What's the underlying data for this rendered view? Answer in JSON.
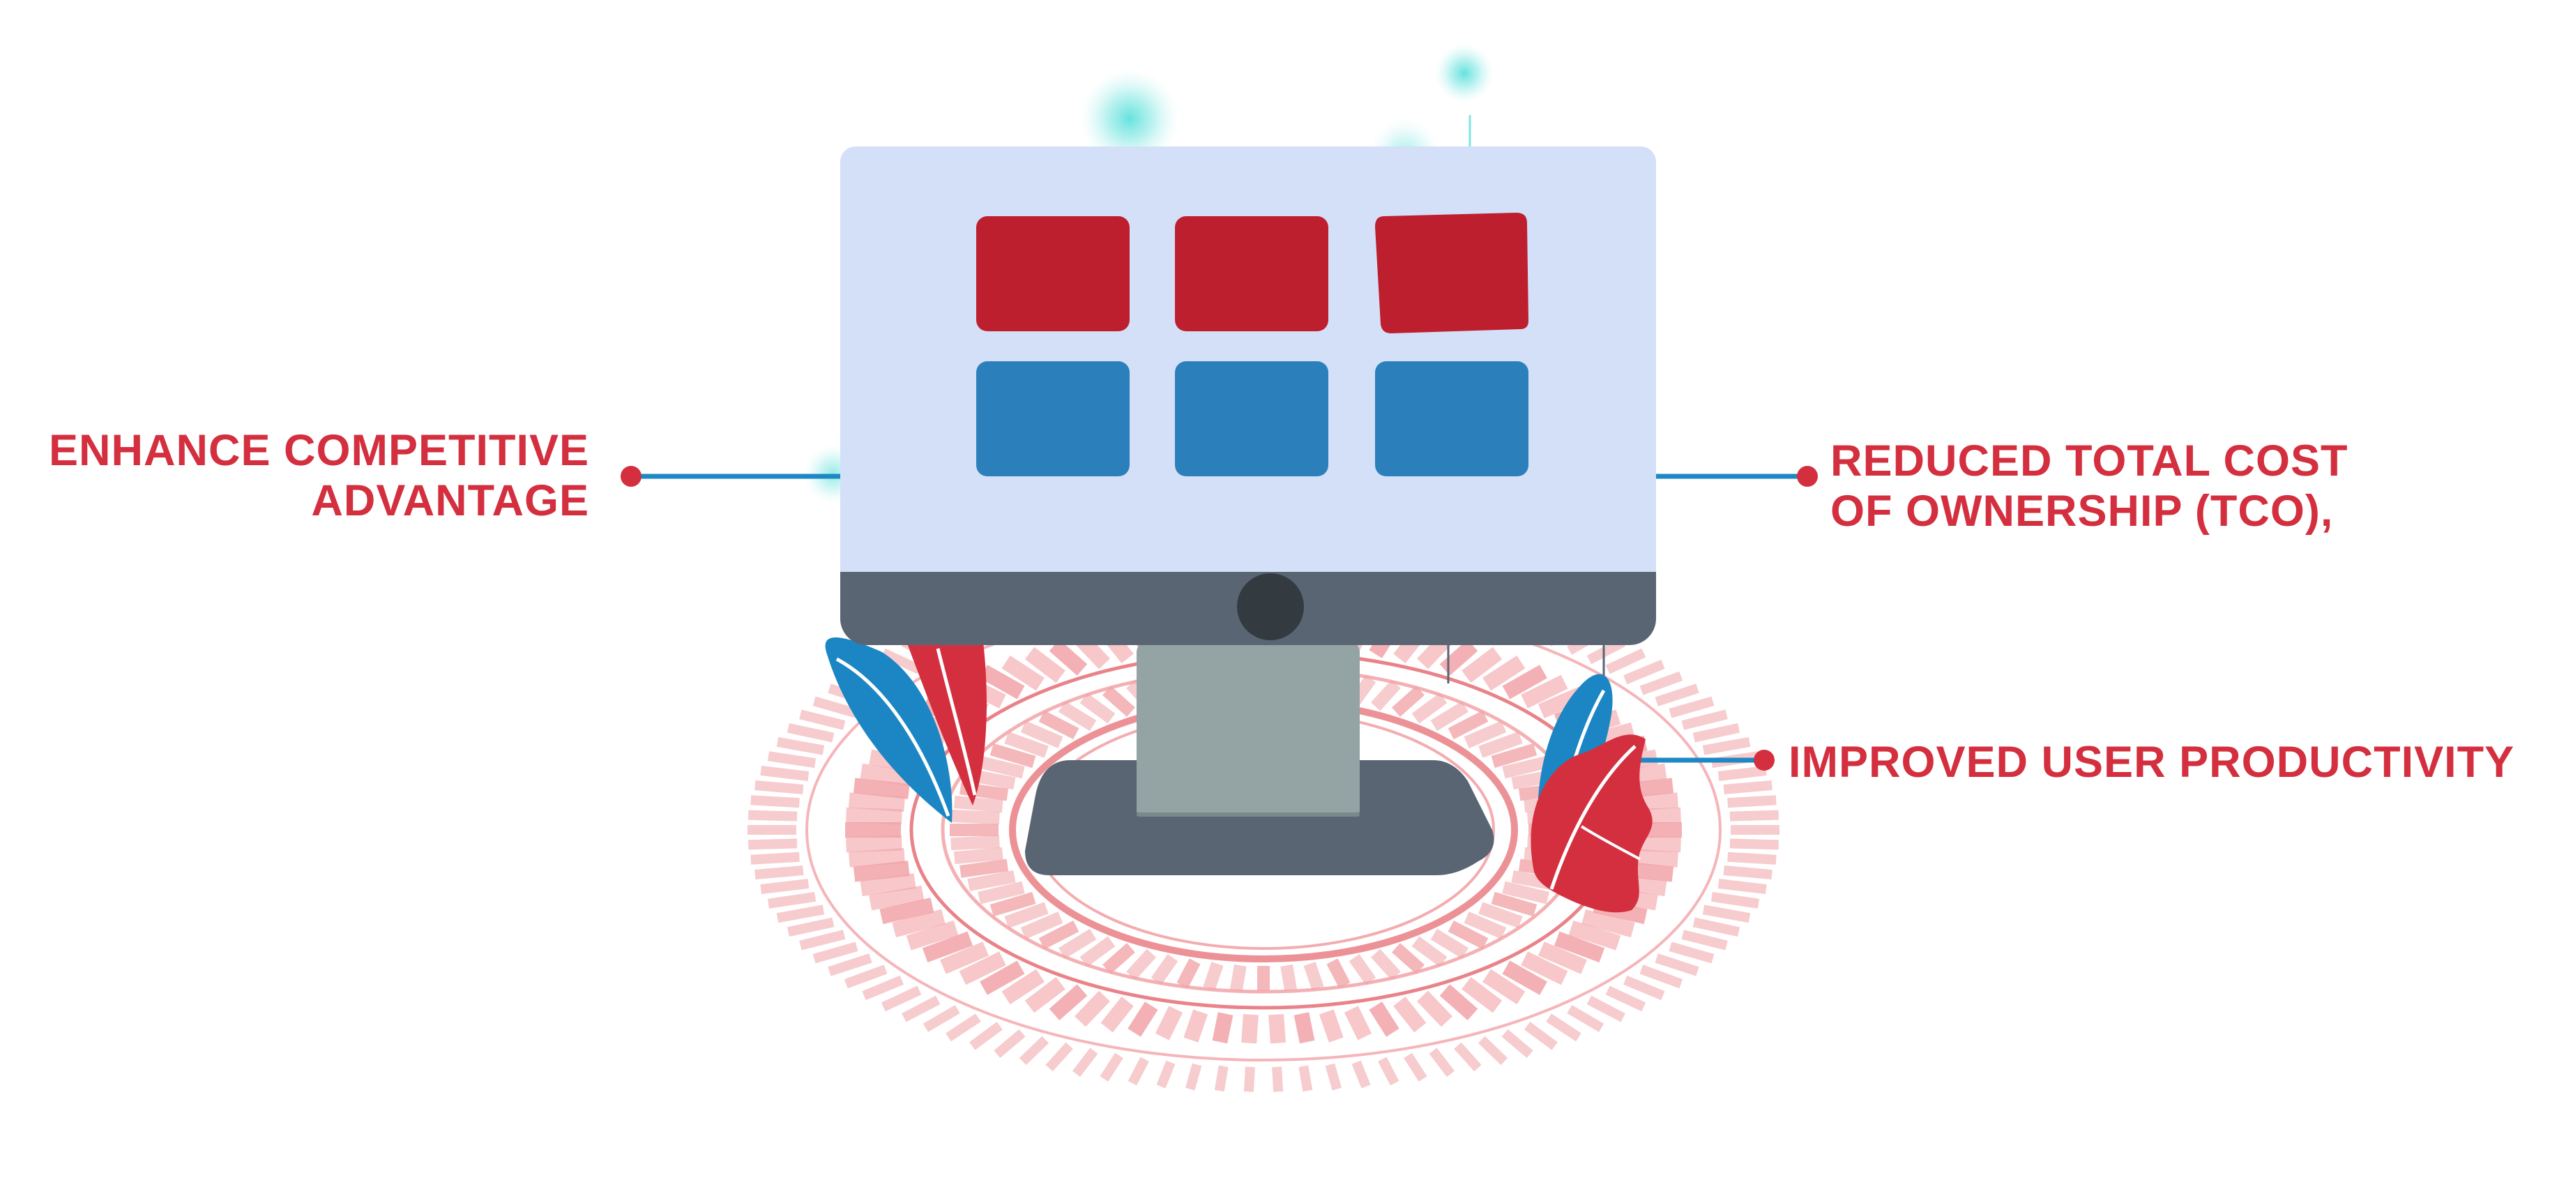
{
  "callouts": {
    "left": {
      "line1": "ENHANCE COMPETITIVE",
      "line2": "ADVANTAGE"
    },
    "right_top": {
      "line1": "REDUCED TOTAL COST",
      "line2": "OF OWNERSHIP (TCO),"
    },
    "right_bottom": {
      "line1": "IMPROVED USER PRODUCTIVITY"
    }
  },
  "colors": {
    "label_red": "#d42f3f",
    "connector_blue": "#1e88c4",
    "screen_light": "#d3e0f7",
    "tile_red": "#be1f2e",
    "tile_blue": "#2b80bc",
    "bezel_dark": "#5a6574",
    "stand_grey": "#94a3a4",
    "ring_pink": "#f2a3a7",
    "glow_cyan": "#5ee0dc",
    "leaf_blue": "#1b86c3",
    "leaf_red": "#d42f3f"
  },
  "icons": {
    "main": "desktop-monitor-icon",
    "decor": [
      "leaf-icon",
      "radial-ring-icon",
      "glow-dot-icon"
    ]
  }
}
